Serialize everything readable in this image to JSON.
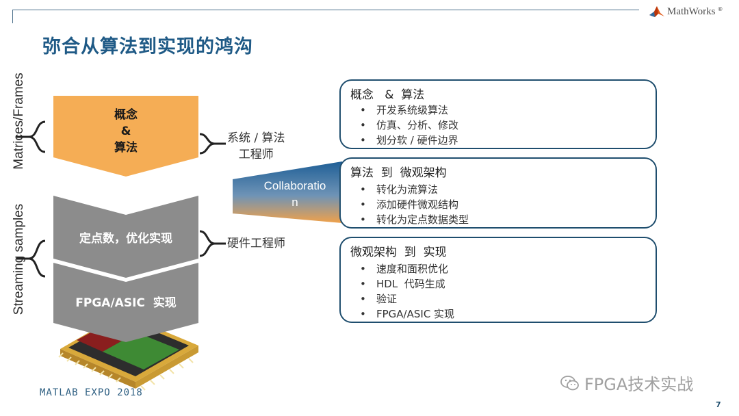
{
  "brand": {
    "name": "MathWorks",
    "mark": "®"
  },
  "title": "弥合从算法到实现的鸿沟",
  "axis_labels": {
    "upper": "Matrices/Frames",
    "lower": "Streaming samples"
  },
  "chevrons": {
    "concept": [
      "概念",
      "&",
      "算法"
    ],
    "fixed_point": "定点数，优化实现",
    "fpga": "FPGA/ASIC  实现"
  },
  "roles": {
    "system_engineer": [
      "系统 / 算法",
      "工程师"
    ],
    "hardware_engineer": "硬件工程师"
  },
  "collaboration": [
    "Collaboratio",
    "n"
  ],
  "boxes": [
    {
      "title": "概念   &  算法",
      "items": [
        "开发系统级算法",
        "仿真、分析、修改",
        "划分软 / 硬件边界"
      ]
    },
    {
      "title": "算法  到  微观架构",
      "items": [
        "转化为流算法",
        "添加硬件微观结构",
        "转化为定点数据类型"
      ]
    },
    {
      "title": "微观架构  到  实现",
      "items": [
        "速度和面积优化",
        "HDL  代码生成",
        "验证",
        "FPGA/ASIC 实现"
      ]
    }
  ],
  "bullet": "•",
  "footer": "MATLAB EXPO 2018",
  "watermark": "FPGA技术实战",
  "page_number": "7",
  "colors": {
    "title": "#1f5a86",
    "concept": "#f5ad55",
    "gray": "#8c8c8c",
    "box_border": "#1f4e6e"
  }
}
